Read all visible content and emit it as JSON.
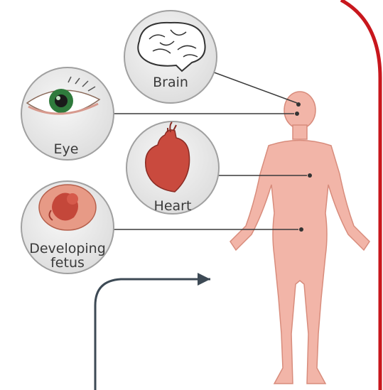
{
  "organs": {
    "brain": {
      "label": "Brain"
    },
    "eye": {
      "label": "Eye"
    },
    "heart": {
      "label": "Heart"
    },
    "fetus": {
      "label_line1": "Developing",
      "label_line2": "fetus"
    }
  },
  "colors": {
    "circle_fill": "#ededed",
    "circle_stroke": "#a0a0a0",
    "body_skin": "#f2b5a8",
    "body_outline": "#d88c7c",
    "heart": "#c94a3e",
    "border_red": "#c8171d",
    "leader_line": "#3a3a3a",
    "arrow": "#3d4a55"
  }
}
